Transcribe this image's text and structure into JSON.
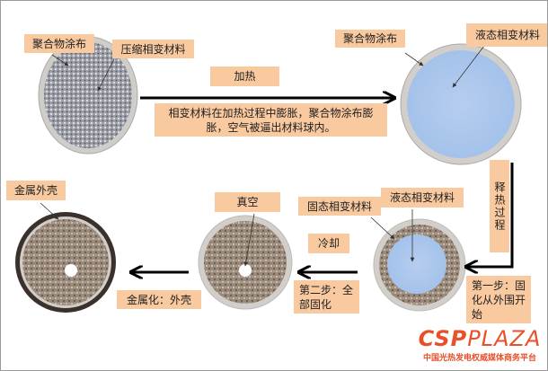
{
  "labels": {
    "coating_1": "聚合物涂布",
    "compressed_pcm": "压缩相变材料",
    "heating": "加热",
    "heating_desc": "相变材料在加热过程中膨胀，聚合物涂布膨胀，空气被逼出材料球内。",
    "coating_2": "聚合物涂布",
    "liquid_pcm_1": "液态相变材料",
    "heat_release": "释热过程",
    "metal_shell": "金属外壳",
    "vacuum": "真空",
    "solid_pcm": "固态相变材料",
    "liquid_pcm_2": "液态相变材料",
    "cooling": "冷却",
    "metallization": "金属化：外壳",
    "step2": "第二步：全部固化",
    "step1": "第一步：固化从外围开始"
  },
  "logo": {
    "name": "CSPPLAZA",
    "brand_bold": "CSP",
    "brand_rest": "PLAZA",
    "tagline": "中国光热发电权威媒体商务平台"
  },
  "colors": {
    "label_bg": "#f9c9a0",
    "logo": "#e8502a"
  }
}
